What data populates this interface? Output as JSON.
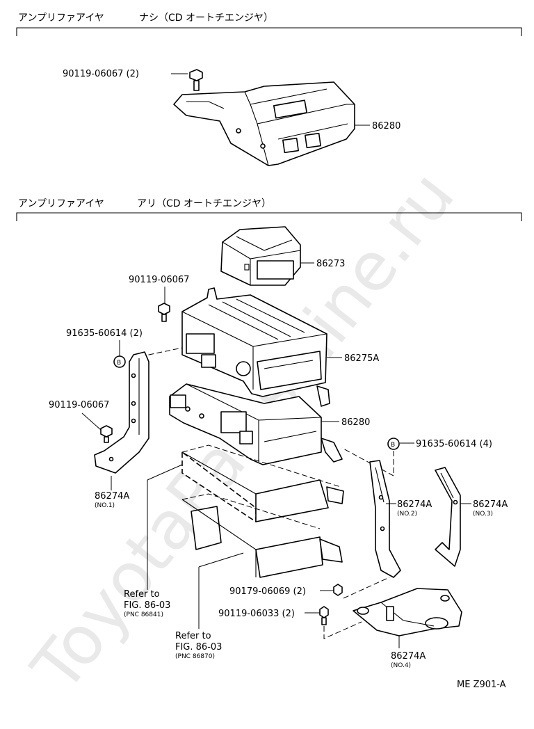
{
  "sections": [
    {
      "title": "アンプリファアイヤ",
      "condition": "ナシ（CD オートチエンジヤ）"
    },
    {
      "title": "アンプリファアイヤ",
      "condition": "アリ（CD オートチエンジヤ）"
    }
  ],
  "parts": {
    "bolt_top": "90119-06067 (2)",
    "amp_top": "86280",
    "cd_magazine": "86273",
    "bolt_a": "90119-06067",
    "cd_changer": "86275A",
    "nut_4": "91635-60614 (2)",
    "amp_lower": "86280",
    "bolt_b": "90119-06067",
    "nut_b": "91635-60614 (4)",
    "bracket_no1": "86274A",
    "bracket_no1_sub": "(NO.1)",
    "bracket_no2": "86274A",
    "bracket_no2_sub": "(NO.2)",
    "bracket_no3": "86274A",
    "bracket_no3_sub": "(NO.3)",
    "nut_c": "90179-06069 (2)",
    "bolt_c": "90119-06033 (2)",
    "bracket_no4": "86274A",
    "bracket_no4_sub": "(NO.4)"
  },
  "refs": [
    {
      "line1": "Refer to",
      "line2": "FIG. 86-03",
      "line3": "(PNC  86841)"
    },
    {
      "line1": "Refer to",
      "line2": "FIG. 86-03",
      "line3": "(PNC  86870)"
    }
  ],
  "symbol_b": "B",
  "watermark": "ToyotaPartsMine.ru",
  "figure_code": "ME  Z901-A"
}
